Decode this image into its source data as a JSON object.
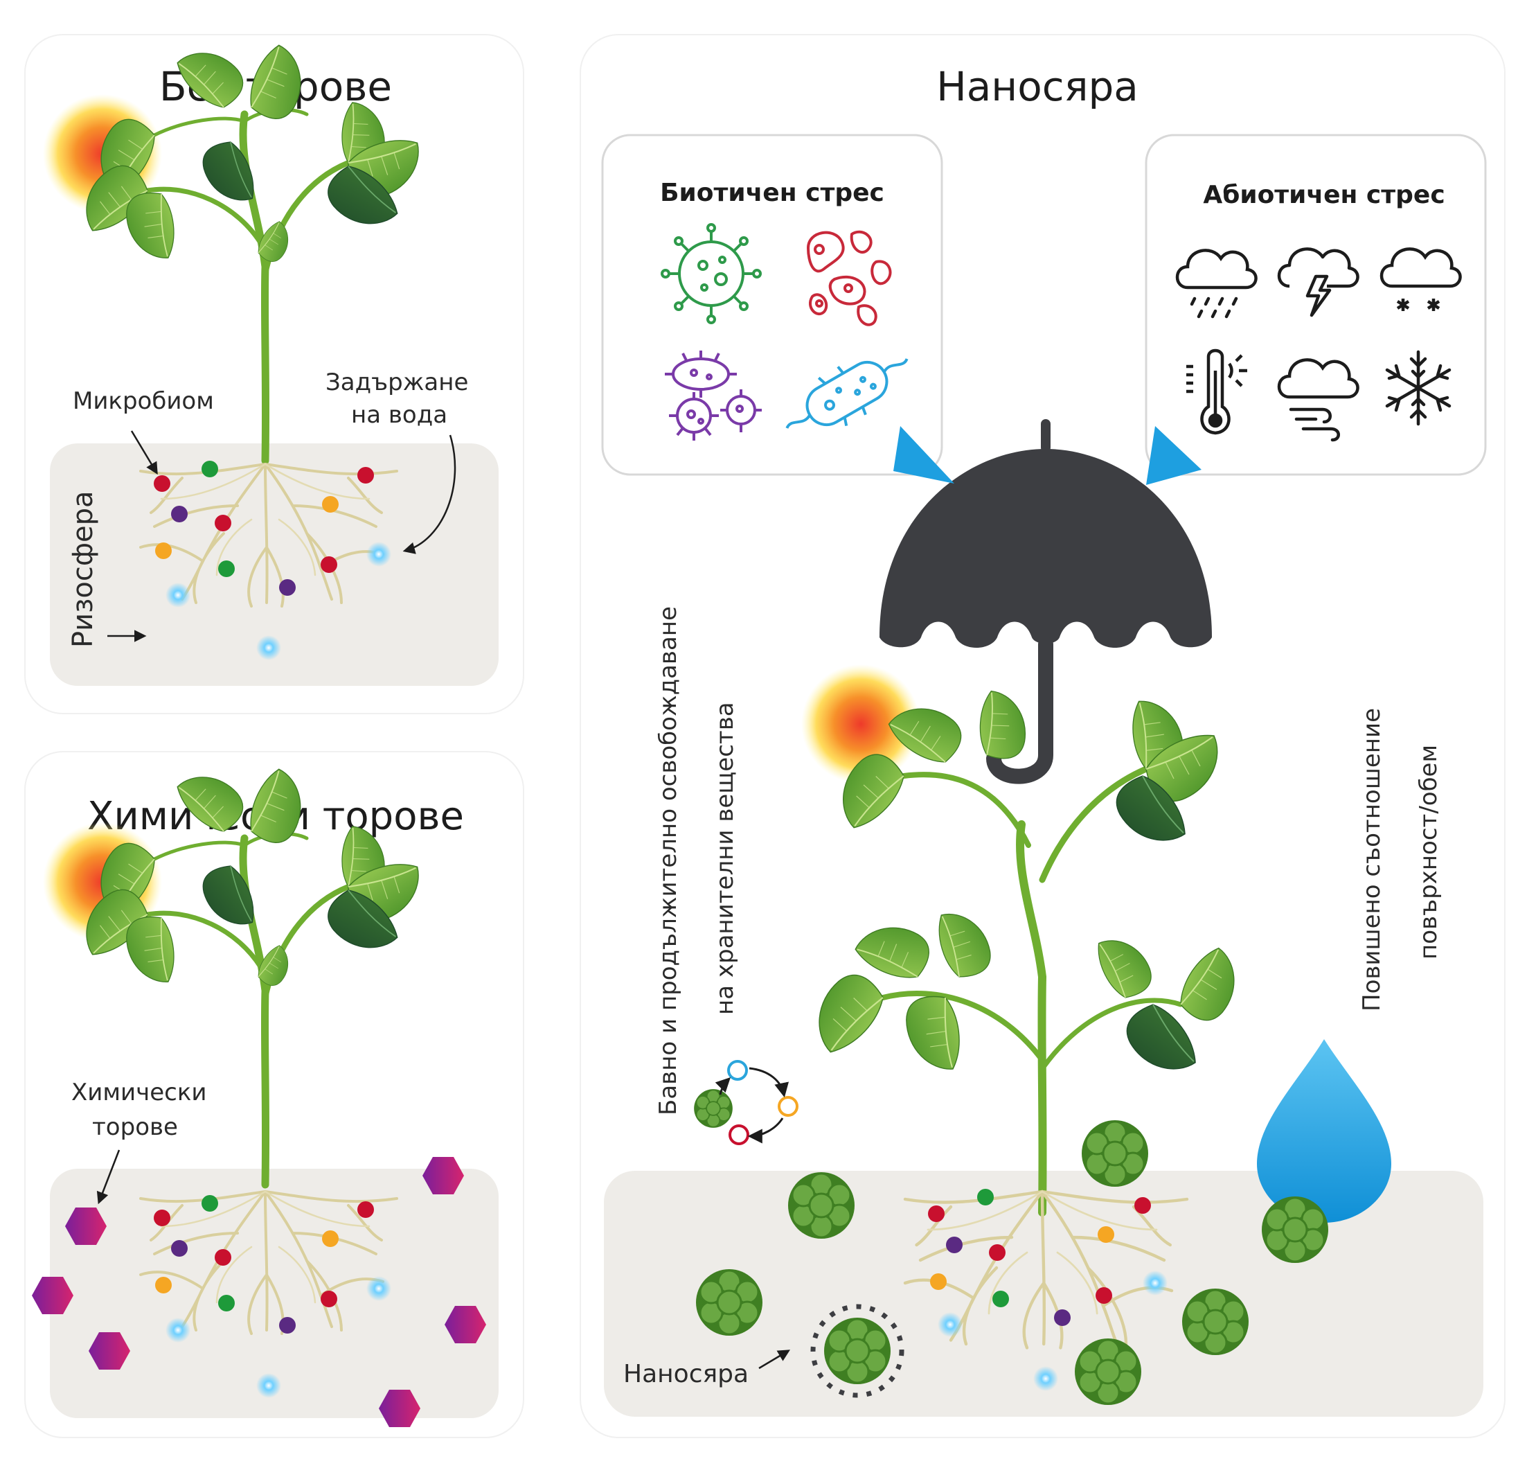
{
  "panels": {
    "no_fertilizer": {
      "title": "Без торове",
      "microbiome_label": "Микробиом",
      "water_label_1": "Задържане",
      "water_label_2": "на вода",
      "rhizosphere_label": "Ризосфера"
    },
    "chemical": {
      "title": "Химически торове",
      "fertilizer_label_1": "Химически",
      "fertilizer_label_2": "торове"
    },
    "nanosulfur": {
      "title": "Наносяра",
      "biotic_title": "Биотичен стрес",
      "abiotic_title": "Абиотичен стрес",
      "release_label_1": "Бавно и продължително освобождаване",
      "release_label_2": "на хранителни вещества",
      "ratio_label_1": "Повишено съотношение",
      "ratio_label_2": "повърхност/обем",
      "nano_label": "Наносяра"
    }
  },
  "icons": {
    "biotic": [
      "virus-icon",
      "bacteria-cluster-icon",
      "microbe-colony-icon",
      "bacillus-icon"
    ],
    "abiotic": [
      "rain-icon",
      "thunderstorm-icon",
      "snow-cloud-icon",
      "thermometer-icon",
      "wind-cloud-icon",
      "snowflake-icon"
    ]
  },
  "colors": {
    "soil": "#eeece8",
    "umbrella": "#3d3e42",
    "arrow_blue": "#1e9fe0",
    "leaf_green": "#5ea52c",
    "nano_green": "#6aa843",
    "microbe_red": "#c8102e",
    "microbe_green": "#1e9a3a",
    "microbe_purple": "#5a2a82",
    "microbe_orange": "#f5a623",
    "water_blue": "#29a8e8",
    "virus_green": "#2e9a4a",
    "bacteria_red": "#c8293a",
    "colony_purple": "#7a3aa8",
    "bacillus_blue": "#2aa5dc"
  }
}
